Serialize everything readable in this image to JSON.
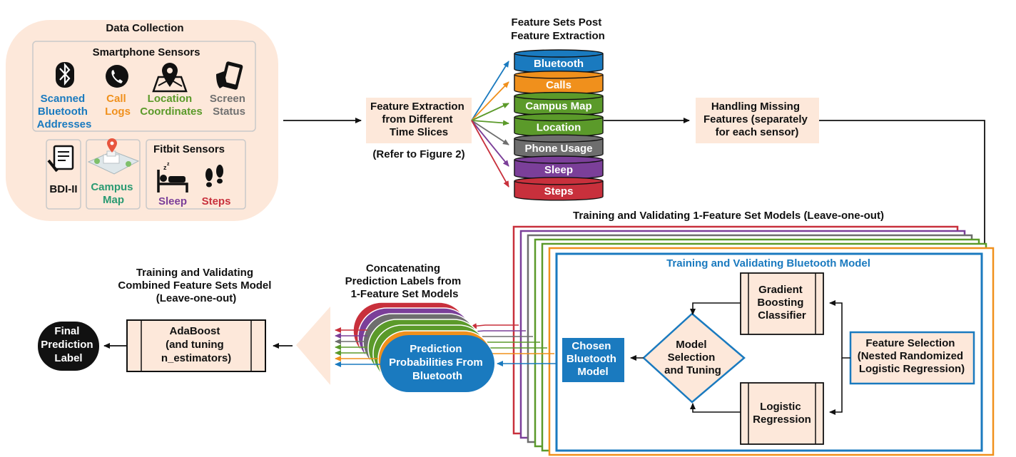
{
  "data_collection": {
    "title": "Data Collection",
    "smartphone": {
      "title": "Smartphone Sensors",
      "items": [
        {
          "lines": [
            "Scanned",
            "Bluetooth",
            "Addresses"
          ],
          "color": "#1a7abf",
          "icon": "bluetooth-icon"
        },
        {
          "lines": [
            "Call",
            "Logs"
          ],
          "color": "#f0901c",
          "icon": "phone-icon"
        },
        {
          "lines": [
            "Location",
            "Coordinates"
          ],
          "color": "#5b9a2a",
          "icon": "map-pin-icon"
        },
        {
          "lines": [
            "Screen",
            "Status"
          ],
          "color": "#707070",
          "icon": "phone-screen-icon"
        }
      ]
    },
    "bdi": {
      "label": "BDI-II",
      "icon": "questionnaire-icon"
    },
    "campus_map": {
      "lines": [
        "Campus",
        "Map"
      ],
      "color": "#2a9a72",
      "icon": "campus-map-icon"
    },
    "fitbit": {
      "title": "Fitbit Sensors",
      "items": [
        {
          "label": "Sleep",
          "color": "#7b3f99",
          "icon": "sleep-icon"
        },
        {
          "label": "Steps",
          "color": "#c8303c",
          "icon": "footsteps-icon"
        }
      ]
    }
  },
  "feature_extraction": {
    "lines": [
      "Feature Extraction",
      "from Different",
      "Time Slices"
    ],
    "note": "(Refer to Figure 2)"
  },
  "feature_sets": {
    "title_lines": [
      "Feature Sets Post",
      "Feature Extraction"
    ],
    "items": [
      {
        "label": "Bluetooth",
        "color": "#1a7abf"
      },
      {
        "label": "Calls",
        "color": "#f0901c"
      },
      {
        "label": "Campus Map",
        "color": "#5b9a2a"
      },
      {
        "label": "Location",
        "color": "#5b9a2a"
      },
      {
        "label": "Phone Usage",
        "color": "#6e6e6e"
      },
      {
        "label": "Sleep",
        "color": "#7b3f99"
      },
      {
        "label": "Steps",
        "color": "#c8303c"
      }
    ]
  },
  "missing": {
    "lines": [
      "Handling Missing",
      "Features (separately",
      "for each sensor)"
    ]
  },
  "training_stack": {
    "title": "Training and Validating 1-Feature Set Models (Leave-one-out)",
    "layer_colors": [
      "#c8303c",
      "#7b3f99",
      "#6e6e6e",
      "#5b9a2a",
      "#5b9a2a",
      "#f0901c",
      "#1a7abf"
    ]
  },
  "bluetooth_model": {
    "title": "Training and Validating Bluetooth Model",
    "gradient": [
      "Gradient",
      "Boosting",
      "Classifier"
    ],
    "logistic": [
      "Logistic",
      "Regression"
    ],
    "selection": [
      "Model",
      "Selection",
      "and Tuning"
    ],
    "feature_selection": [
      "Feature Selection",
      "(Nested Randomized",
      "Logistic Regression)"
    ],
    "chosen": [
      "Chosen",
      "Bluetooth",
      "Model"
    ]
  },
  "concat": {
    "title_lines": [
      "Concatenating",
      "Prediction Labels from",
      "1-Feature Set Models"
    ],
    "pill_lines": [
      "Prediction",
      "Probabilities From",
      "Bluetooth"
    ],
    "stack_colors": [
      "#c8303c",
      "#7b3f99",
      "#6e6e6e",
      "#5b9a2a",
      "#5b9a2a",
      "#f0901c"
    ]
  },
  "combined": {
    "title_lines": [
      "Training and Validating",
      "Combined Feature Sets Model",
      "(Leave-one-out)"
    ],
    "box_lines": [
      "AdaBoost",
      "(and tuning",
      "n_estimators)"
    ]
  },
  "final": {
    "lines": [
      "Final",
      "Prediction",
      "Label"
    ]
  },
  "colors": {
    "peach": "#fde8da",
    "blue": "#1a7abf",
    "black": "#111111"
  }
}
